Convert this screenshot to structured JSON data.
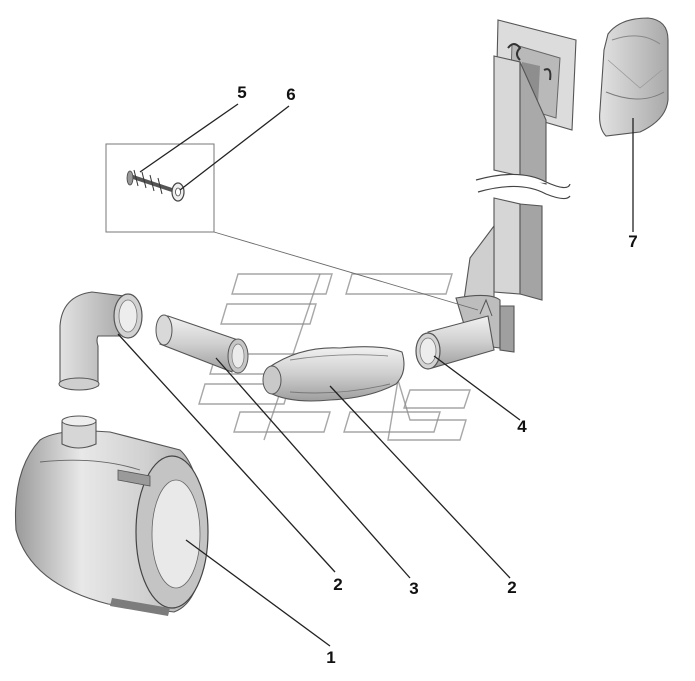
{
  "callouts": [
    {
      "id": "c5",
      "label": "5"
    },
    {
      "id": "c6",
      "label": "6"
    },
    {
      "id": "c7",
      "label": "7"
    },
    {
      "id": "c4",
      "label": "4"
    },
    {
      "id": "c2a",
      "label": "2"
    },
    {
      "id": "c3",
      "label": "3"
    },
    {
      "id": "c2b",
      "label": "2"
    },
    {
      "id": "c1",
      "label": "1"
    }
  ],
  "colors": {
    "line": "#222222",
    "part_fill": "#e6e6e6",
    "part_shade": "#b8b8b8",
    "watermark": "#8a8a8a"
  }
}
